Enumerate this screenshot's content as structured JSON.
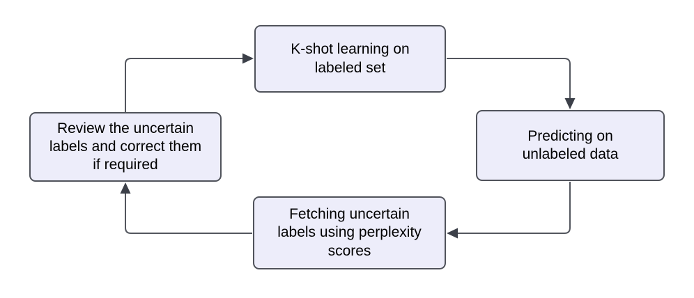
{
  "diagram": {
    "type": "flowchart-cycle",
    "nodes": [
      {
        "id": "kshot",
        "label": "K-shot learning on\nlabeled set"
      },
      {
        "id": "predict",
        "label": "Predicting on\nunlabeled data"
      },
      {
        "id": "fetch",
        "label": "Fetching uncertain\nlabels using perplexity\nscores"
      },
      {
        "id": "review",
        "label": "Review the uncertain\nlabels and correct them\nif required"
      }
    ],
    "edges": [
      {
        "from": "review",
        "to": "kshot"
      },
      {
        "from": "kshot",
        "to": "predict"
      },
      {
        "from": "predict",
        "to": "fetch"
      },
      {
        "from": "fetch",
        "to": "review"
      }
    ],
    "colors": {
      "background": "#FFFFFF",
      "node_fill": "#EDEDFA",
      "node_border": "#50535B",
      "connector": "#53565E",
      "arrowhead": "#3C4049",
      "text": "#000000"
    }
  }
}
